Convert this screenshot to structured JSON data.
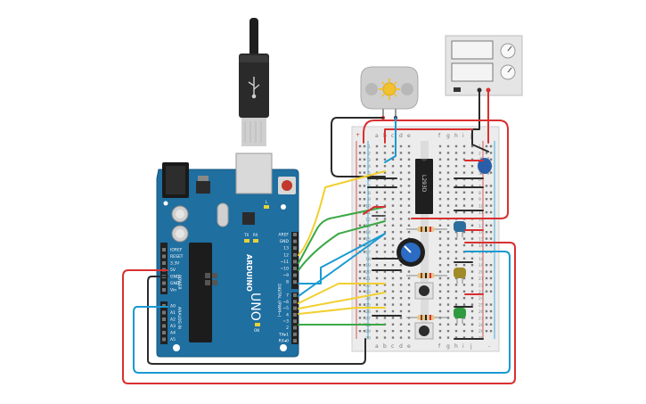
{
  "arduino": {
    "logo": "ARDUINO",
    "model": "UNO",
    "power_label": "POWER",
    "analog_label": "ANALOG IN",
    "digital_label": "DIGITAL (PWM~)",
    "tx_label": "TX",
    "rx_label": "RX",
    "l_label": "L",
    "on_label": "ON",
    "power_pins": [
      "IOREF",
      "RESET",
      "3.3V",
      "5V",
      "GND",
      "GND",
      "Vin"
    ],
    "analog_pins": [
      "A0",
      "A1",
      "A2",
      "A3",
      "A4",
      "A5"
    ],
    "digital_top_pins": [
      "AREF",
      "GND",
      "13",
      "12",
      "~11",
      "~10",
      "~9",
      "8"
    ],
    "digital_bottom_pins": [
      "7",
      "~6",
      "~5",
      "4",
      "~3",
      "2",
      "TX▸1",
      "RX◂0"
    ]
  },
  "breadboard": {
    "cols_left": [
      "a",
      "b",
      "c",
      "d",
      "e"
    ],
    "cols_right": [
      "f",
      "g",
      "h",
      "i",
      "j"
    ],
    "row_numbers": [
      "1",
      "2",
      "3",
      "4",
      "5",
      "6",
      "7",
      "8",
      "9",
      "10",
      "11",
      "12",
      "13",
      "14",
      "15",
      "16",
      "17",
      "18",
      "19",
      "20",
      "21",
      "22",
      "23",
      "24",
      "25",
      "26",
      "27",
      "28",
      "29",
      "30"
    ],
    "rail_plus": "+",
    "rail_minus": "-"
  },
  "chip": {
    "label": "L293D"
  },
  "colors": {
    "board": "#1f6fa0",
    "wire_red": "#d93030",
    "wire_blue": "#1b9ad1",
    "wire_black": "#2b2b2b",
    "wire_green": "#3aa845",
    "wire_yellow": "#f2cf2f",
    "wire_gray": "#8a8a8a"
  }
}
